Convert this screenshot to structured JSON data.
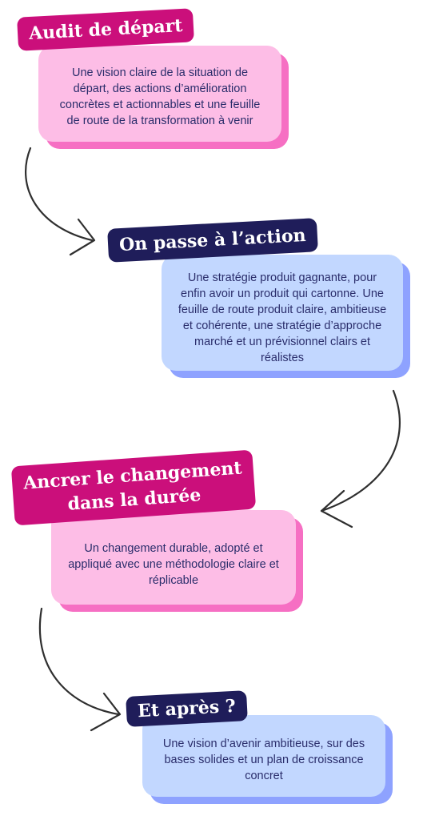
{
  "steps": [
    {
      "title": "Audit de départ",
      "text": "Une vision claire de la situation de départ, des actions d’amélioration concrètes et actionnables et une feuille de route de la transformation à venir",
      "color": "#fdbde6",
      "accent": "#cb0f7b"
    },
    {
      "title": "On passe à l’action",
      "text": "Une stratégie produit gagnante, pour enfin avoir un produit qui cartonne. Une feuille de route produit claire, ambitieuse et cohérente, une stratégie d’approche marché et un prévisionnel clairs et réalistes",
      "color": "#c2d7ff",
      "accent": "#1f1d5a"
    },
    {
      "title_line1": "Ancrer le changement",
      "title_line2": "dans la durée",
      "text": "Un changement durable, adopté et appliqué avec une méthodologie claire et réplicable",
      "color": "#fdbde6",
      "accent": "#cb0f7b"
    },
    {
      "title": "Et après ?",
      "text": "Une vision d’avenir ambitieuse, sur des bases solides et un plan de croissance concret",
      "color": "#c2d7ff",
      "accent": "#1f1d5a"
    }
  ]
}
